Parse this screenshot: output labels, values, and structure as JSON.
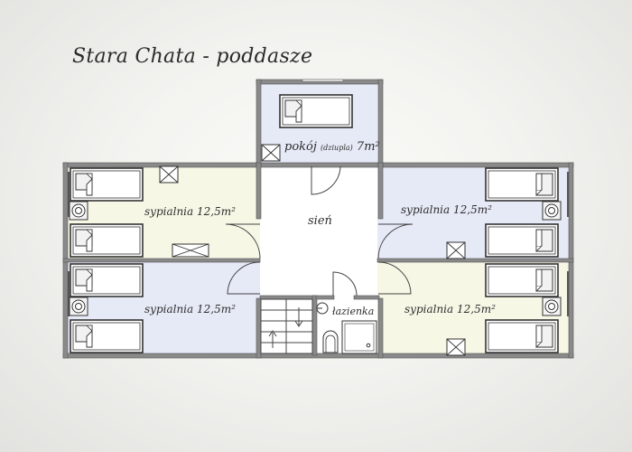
{
  "title": "Stara Chata - poddasze",
  "colors": {
    "wall": "#7a7a7a",
    "wall_dark": "#4a4a4a",
    "room_blue": "#e6e9f6",
    "room_cream": "#f7f7e8",
    "hall": "#ffffff",
    "text": "#2e2e2e"
  },
  "rooms": {
    "small_room": {
      "name": "pokój",
      "note": "(dziupla)",
      "area": "7m²"
    },
    "hall": {
      "name": "sień"
    },
    "bathroom": {
      "name": "łazienka"
    },
    "bedroom_top_left": {
      "name": "sypialnia",
      "area": "12,5m²"
    },
    "bedroom_bottom_left": {
      "name": "sypialnia",
      "area": "12,5m²"
    },
    "bedroom_top_right": {
      "name": "sypialnia",
      "area": "12,5m²"
    },
    "bedroom_bottom_right": {
      "name": "sypialnia",
      "area": "12,5m²"
    }
  },
  "icons": {
    "bed": "bed-icon",
    "sink": "sink-icon",
    "skylight": "skylight-icon",
    "door": "door-icon",
    "stairs": "stairs-icon",
    "toilet": "toilet-icon",
    "shower": "shower-icon"
  }
}
